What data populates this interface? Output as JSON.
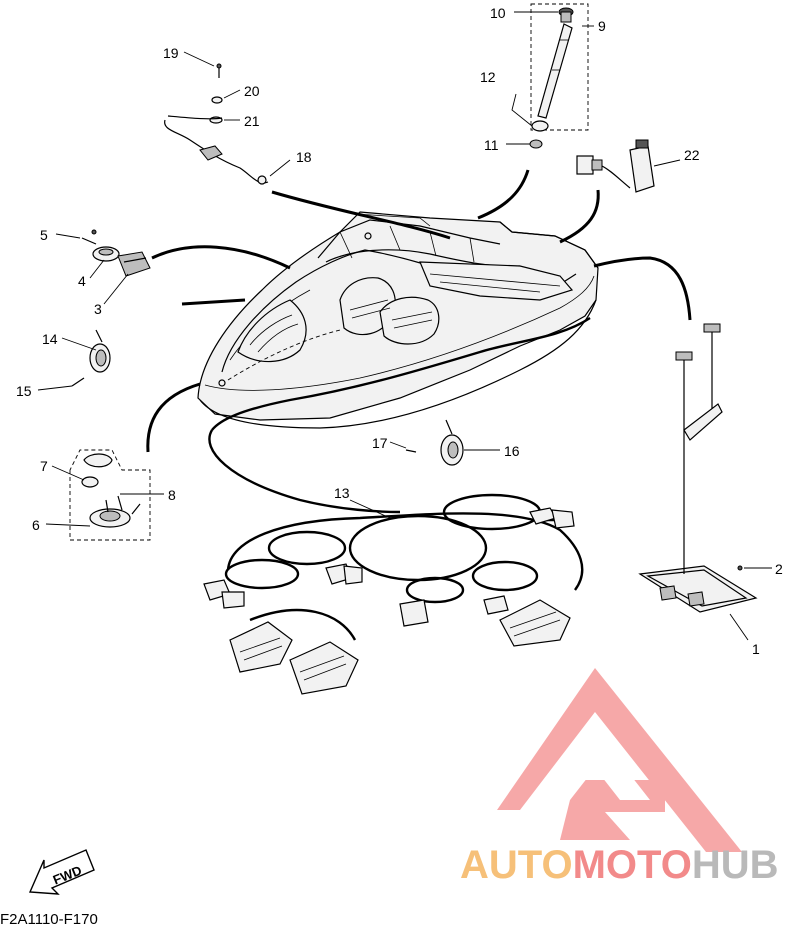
{
  "diagram": {
    "callouts": [
      {
        "id": "1",
        "text": "1"
      },
      {
        "id": "2",
        "text": "2"
      },
      {
        "id": "3",
        "text": "3"
      },
      {
        "id": "4",
        "text": "4"
      },
      {
        "id": "5",
        "text": "5"
      },
      {
        "id": "6",
        "text": "6"
      },
      {
        "id": "7",
        "text": "7"
      },
      {
        "id": "8",
        "text": "8"
      },
      {
        "id": "9",
        "text": "9"
      },
      {
        "id": "10",
        "text": "10"
      },
      {
        "id": "11",
        "text": "11"
      },
      {
        "id": "12",
        "text": "12"
      },
      {
        "id": "13",
        "text": "13"
      },
      {
        "id": "14",
        "text": "14"
      },
      {
        "id": "15",
        "text": "15"
      },
      {
        "id": "16",
        "text": "16"
      },
      {
        "id": "17",
        "text": "17"
      },
      {
        "id": "18",
        "text": "18"
      },
      {
        "id": "19",
        "text": "19"
      },
      {
        "id": "20",
        "text": "20"
      },
      {
        "id": "21",
        "text": "21"
      },
      {
        "id": "22",
        "text": "22"
      }
    ],
    "direction_label": "FWD",
    "figure_code": "F2A1110-F170"
  },
  "watermark": {
    "part1": "AUTO",
    "part2": "MOTO",
    "part3": "HUB",
    "colors": {
      "orange": "#f6c079",
      "red": "#f28a8a",
      "gray": "#b9b9b9",
      "triangle": "#f59a9a"
    }
  }
}
